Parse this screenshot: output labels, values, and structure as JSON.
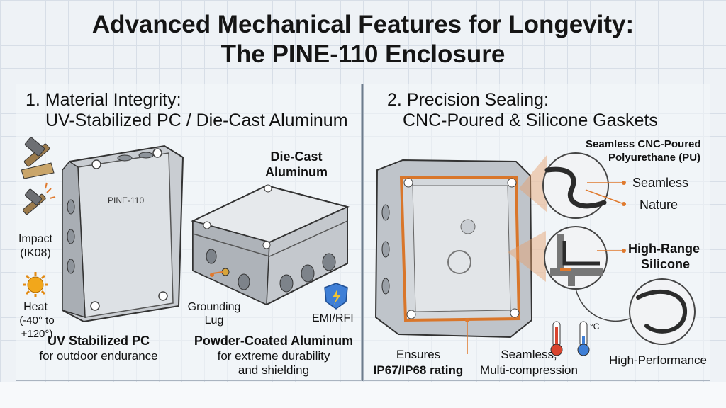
{
  "title": {
    "line1": "Advanced Mechanical Features for Longevity:",
    "line2": "The PINE-110 Enclosure"
  },
  "left": {
    "heading_line1": "1. Material Integrity:",
    "heading_line2": "UV-Stabilized PC / Die-Cast Aluminum",
    "icons": {
      "impact_label": "Impact",
      "impact_rating": "(IK08)",
      "heat_label": "Heat",
      "heat_range": "(-40° to +120°)"
    },
    "pc_box_text": "PINE-110",
    "die_cast_line1": "Die-Cast",
    "die_cast_line2": "Aluminum",
    "grounding_line1": "Grounding",
    "grounding_line2": "Lug",
    "emi_label": "EMI/RFI",
    "pc_caption_bold": "UV Stabilized PC",
    "pc_caption": "for outdoor endurance",
    "alu_caption_bold": "Powder-Coated Aluminum",
    "alu_caption_line1": "for extreme durability",
    "alu_caption_line2": "and shielding"
  },
  "right": {
    "heading_line1": "2. Precision Sealing:",
    "heading_line2": "CNC-Poured & Silicone Gaskets",
    "pu_line1": "Seamless CNC-Poured",
    "pu_line2": "Polyurethane (PU)",
    "seamless_label": "Seamless",
    "nature_label": "Nature",
    "silicone_line1": "High-Range",
    "silicone_line2": "Silicone",
    "thermo_unit": "°C",
    "ensures_line1": "Ensures",
    "ensures_line2": "IP67/IP68 rating",
    "seamless_line1": "Seamless,",
    "seamless_line2": "Multi-compression",
    "high_perf": "High-Performance"
  },
  "colors": {
    "accent_orange": "#e07a2e",
    "gasket_orange": "#d9762a",
    "shield_blue": "#3f7fd6"
  }
}
